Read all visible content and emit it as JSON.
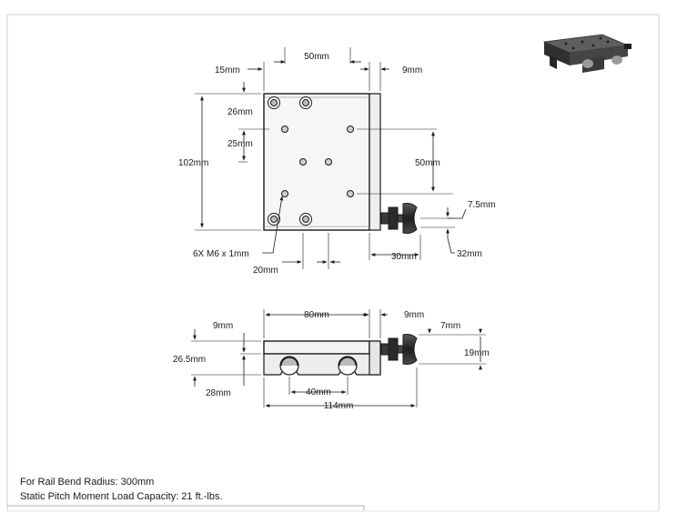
{
  "top_view": {
    "dims": {
      "w50_top": "50mm",
      "w15": "15mm",
      "w9_top": "9mm",
      "h26": "26mm",
      "h25": "25mm",
      "h102": "102mm",
      "h50_right": "50mm",
      "h7_5": "7.5mm",
      "h32": "32mm",
      "w20": "20mm",
      "w30": "30mm"
    },
    "callout_holes": "6X M6 x 1mm"
  },
  "side_view": {
    "dims": {
      "w80": "80mm",
      "w9_left": "9mm",
      "w9_right": "9mm",
      "w7": "7mm",
      "h26_5": "26.5mm",
      "h19": "19mm",
      "h28": "28mm",
      "w40": "40mm",
      "w114": "114mm"
    }
  },
  "specs": {
    "bend_radius": "For Rail Bend Radius: 300mm",
    "load_capacity": "Static Pitch Moment Load Capacity: 21 ft.-lbs."
  },
  "colors": {
    "line": "#1a1a1a",
    "plate": "#f4f4f4",
    "knob": "#2a2a2a",
    "render_dark": "#3a3a3a"
  }
}
